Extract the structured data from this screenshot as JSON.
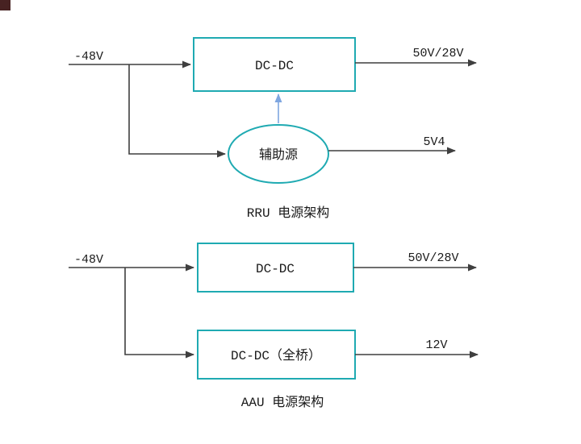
{
  "rru": {
    "input_label": "-48V",
    "dcdc_label": "DC-DC",
    "dcdc_output_label": "50V/28V",
    "aux_label": "辅助源",
    "aux_output_label": "5V4",
    "caption": "RRU 电源架构"
  },
  "aau": {
    "input_label": "-48V",
    "dcdc_label": "DC-DC",
    "dcdc_output_label": "50V/28V",
    "fullbridge_label": "DC-DC（全桥）",
    "fullbridge_output_label": "12V",
    "caption": "AAU 电源架构"
  },
  "colors": {
    "box_border": "#1FAAB2",
    "connector": "#3F3F3F",
    "aux_arrow": "#7EA6E0",
    "text": "#1A1A1A",
    "corner_mark": "#472222"
  }
}
